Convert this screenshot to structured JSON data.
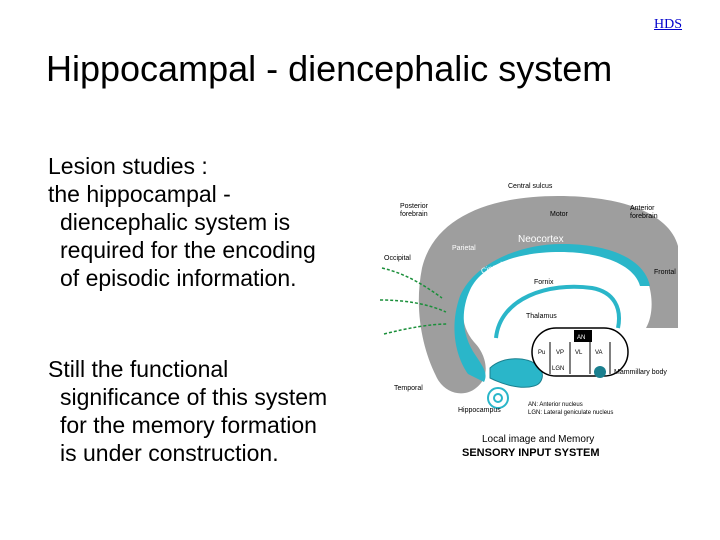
{
  "header": {
    "link_label": "HDS"
  },
  "slide": {
    "title": "Hippocampal - diencephalic system",
    "para1": {
      "line1": "Lesion studies :",
      "line2": "the hippocampal -",
      "line3": "diencephalic system is",
      "line4": "required for the encoding",
      "line5": "of episodic information."
    },
    "para2": {
      "line1": "Still the functional",
      "line2": "significance of this system",
      "line3": "for the memory formation",
      "line4": "is under construction."
    }
  },
  "diagram": {
    "labels": {
      "central_sulcus": "Central sulcus",
      "posterior": "Posterior",
      "forebrain1": "forebrain",
      "motor": "Motor",
      "anterior": "Anterior",
      "forebrain2": "forebrain",
      "neocortex": "Neocortex",
      "occipital": "Occipital",
      "parietal": "Parietal",
      "cingulate": "Cingulate",
      "frontal": "Frontal",
      "fornix": "Fornix",
      "thalamus": "Thalamus",
      "an": "AN",
      "pu": "Pu",
      "vp": "VP",
      "vl": "VL",
      "va": "VA",
      "lgn": "LGN",
      "temporal": "Temporal",
      "mammillary": "Mammillary body",
      "hippocampus": "Hippocampus",
      "an_legend": "AN: Anterior nucleus",
      "lgn_legend": "LGN: Lateral geniculate nucleus",
      "caption1": "Local image and Memory",
      "caption2": "SENSORY INPUT SYSTEM"
    },
    "colors": {
      "cortex": "#9e9e9e",
      "limbic": "#2ab6c9",
      "thalamus": "#ffffff"
    }
  }
}
